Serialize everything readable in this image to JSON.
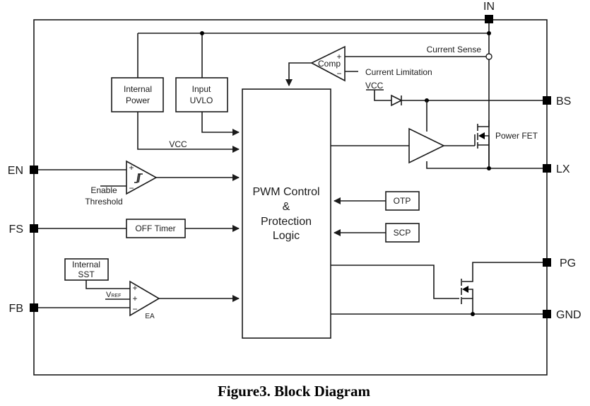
{
  "diagram": {
    "caption": "Figure3. Block Diagram",
    "pins": {
      "in": "IN",
      "bs": "BS",
      "lx": "LX",
      "pg": "PG",
      "gnd": "GND",
      "en": "EN",
      "fs": "FS",
      "fb": "FB"
    },
    "blocks": {
      "internal_power": [
        "Internal",
        "Power"
      ],
      "input_uvlo": [
        "Input",
        "UVLO"
      ],
      "pwm_logic": [
        "PWM Control",
        "&",
        "Protection",
        "Logic"
      ],
      "off_timer": "OFF Timer",
      "otp": "OTP",
      "scp": "SCP",
      "internal_sst": [
        "Internal",
        "SST"
      ]
    },
    "labels": {
      "vcc_rail": "VCC",
      "vcc_bootstrap": "VCC",
      "current_sense": "Current Sense",
      "current_limitation": "Current Limitation",
      "comp": "Comp",
      "power_fet": "Power FET",
      "enable_threshold": [
        "Enable",
        "Threshold"
      ],
      "vref_main": "V",
      "vref_sub": "REF",
      "ea": "EA",
      "plus": "+",
      "minus": "−"
    }
  }
}
